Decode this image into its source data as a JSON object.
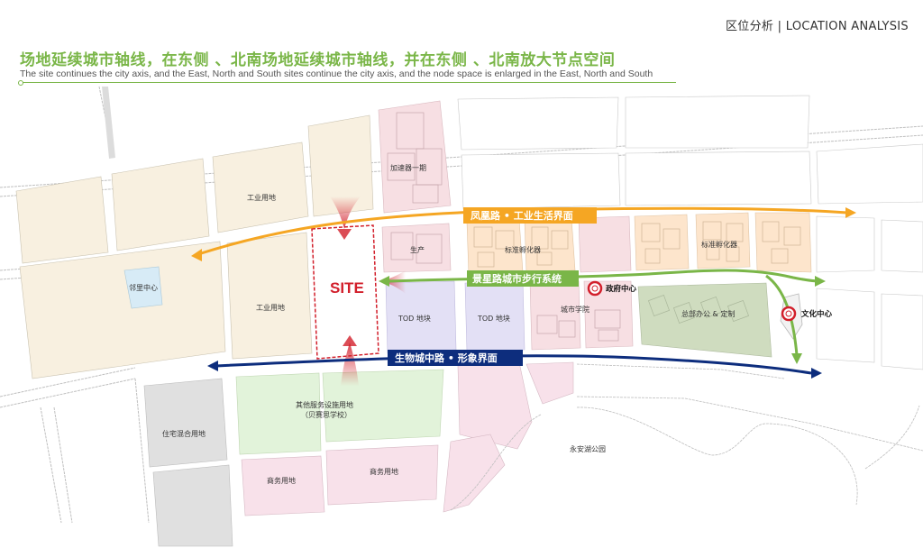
{
  "header": {
    "title": "区位分析 | LOCATION ANALYSIS"
  },
  "headline": {
    "cn": "场地延续城市轴线，在东侧 、北南场地延续城市轴线，并在东侧 、北南放大节点空间",
    "en": "The site continues the city axis, and the East, North and South sites continue the city axis, and the node space is enlarged in the East, North and South"
  },
  "colors": {
    "accent_green": "#7ab648",
    "industrial": "#f8f0e0",
    "incubator": "#fde5cc",
    "production_pink": "#f7dfe3",
    "tod_purple": "#e3e0f5",
    "service_green": "#e2f3da",
    "commercial_pink": "#f8e1ea",
    "residential_gray": "#e0e0e0",
    "hq_green": "#cfdcbf",
    "neighborhood_blue": "#d7ebf6",
    "site_red": "#d21f2b",
    "orange_axis": "#f5a623",
    "navy_axis": "#0d2d7d"
  },
  "map": {
    "site_label": "SITE",
    "axes": {
      "north": "凤凰路 • 工业生活界面",
      "middle": "景星路城市步行系统",
      "south": "生物城中路 • 形象界面"
    },
    "blocks": {
      "industrial_north": "工业用地",
      "industrial_mid": "工业用地",
      "neighborhood_center": "邻里中心",
      "accelerator": "加速器一期",
      "production": "生产",
      "incubator_1": "标准孵化器",
      "incubator_2": "标准孵化器",
      "tod_1": "TOD 地块",
      "tod_2": "TOD 地块",
      "city_college": "城市学院",
      "hq_office": "总部办公 & 定制",
      "residential_mixed": "住宅混合用地",
      "service_line1": "其他服务设施用地",
      "service_line2": "（贝赛思学校）",
      "commercial_1": "商务用地",
      "commercial_2": "商务用地",
      "park": "永安湖公园"
    },
    "nodes": {
      "government": "政府中心",
      "culture": "文化中心"
    }
  }
}
